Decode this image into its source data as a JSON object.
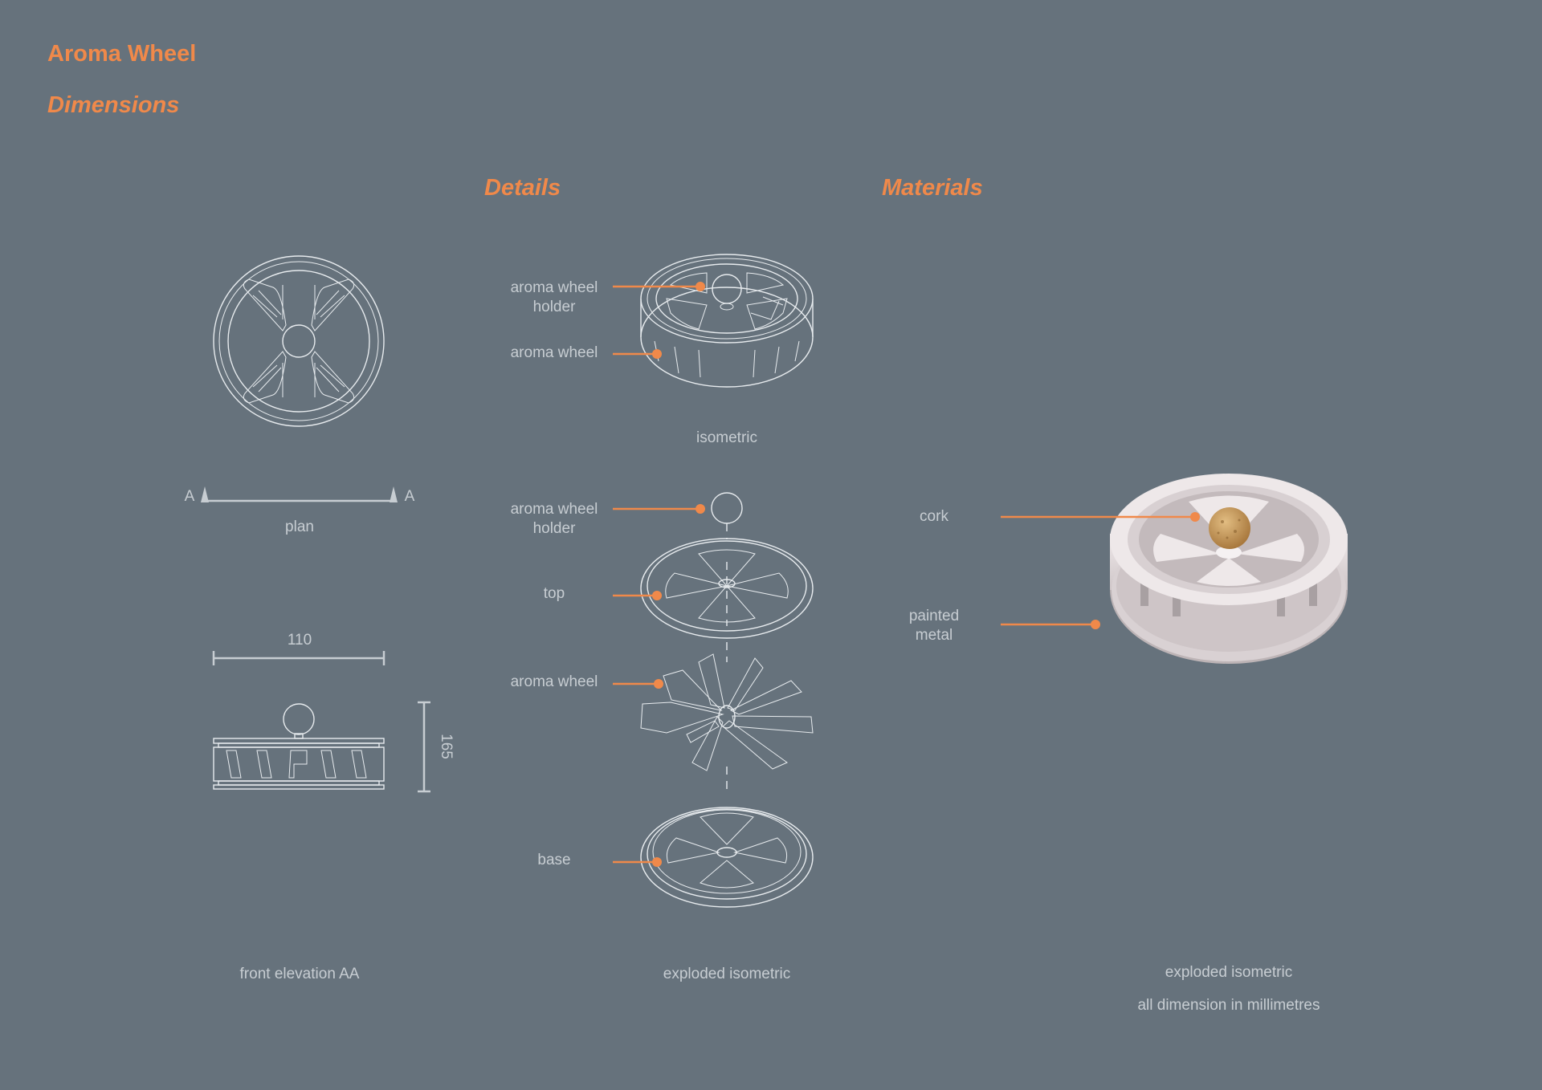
{
  "title": "Aroma Wheel",
  "subtitle": "Dimensions",
  "headings": {
    "details": "Details",
    "materials": "Materials"
  },
  "dimensions": {
    "section_marker_left": "A",
    "section_marker_right": "A",
    "plan_caption": "plan",
    "width_value": "110",
    "height_value": "165",
    "elevation_caption": "front elevation AA"
  },
  "details": {
    "iso_labels": [
      "aroma wheel\nholder",
      "aroma wheel"
    ],
    "iso_caption": "isometric",
    "exploded_labels": [
      "aroma wheel\nholder",
      "top",
      "aroma wheel",
      "base"
    ],
    "exploded_caption": "exploded isometric"
  },
  "materials": {
    "labels": [
      "cork",
      "painted\nmetal"
    ],
    "caption": "exploded isometric",
    "note": "all dimension in millimetres"
  },
  "colors": {
    "background": "#66727c",
    "accent": "#f0894a",
    "linework": "#e7ebee",
    "label_text": "#c7cdd2",
    "render_body": "#e6dfe0",
    "cork": "#c89a5a"
  }
}
